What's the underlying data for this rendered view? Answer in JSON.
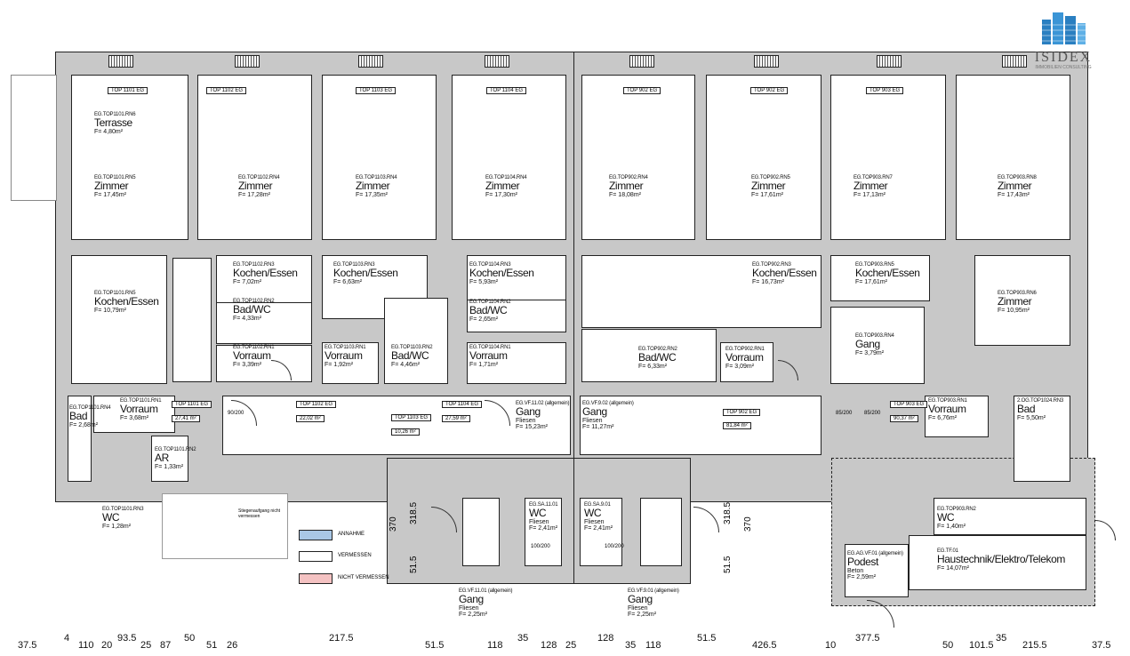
{
  "logo": {
    "brand": "ISIDEX",
    "tagline": "IMMOBILIEN CONSULTING",
    "color": "#2a7fc1"
  },
  "colors": {
    "wall": "#c8c8c8",
    "line": "#222222",
    "legend_blue": "#a9c7e6",
    "legend_pink": "#f4c2c2"
  },
  "tags": [
    "TOP 1101 EG",
    "TOP 1102 EG",
    "TOP 1103 EG",
    "TOP 1104 EG",
    "TOP 902 EG",
    "TOP 902 EG",
    "TOP 903 EG",
    "TOP 1101 EG",
    "TOP 1102 EG",
    "TOP 1103 EG",
    "TOP 1104 EG",
    "TOP 902 EG",
    "TOP 903 EG"
  ],
  "tag_values": [
    "27,41 m²",
    "22,02 m²",
    "10,26 m²",
    "27,59 m²",
    "81,84 m²",
    "90,37 m²"
  ],
  "rooms": [
    {
      "code": "EG.TOP1101.RN6",
      "name": "Terrasse",
      "area": "F= 4,80m²"
    },
    {
      "code": "EG.TOP1101.RN5",
      "name": "Zimmer",
      "area": "F= 17,45m²"
    },
    {
      "code": "EG.TOP1102.RN4",
      "name": "Zimmer",
      "area": "F= 17,28m²"
    },
    {
      "code": "EG.TOP1103.RN4",
      "name": "Zimmer",
      "area": "F= 17,35m²"
    },
    {
      "code": "EG.TOP1104.RN4",
      "name": "Zimmer",
      "area": "F= 17,30m²"
    },
    {
      "code": "EG.TOP902.RN4",
      "name": "Zimmer",
      "area": "F= 18,08m²"
    },
    {
      "code": "EG.TOP902.RN5",
      "name": "Zimmer",
      "area": "F= 17,61m²"
    },
    {
      "code": "EG.TOP903.RN7",
      "name": "Zimmer",
      "area": "F= 17,13m²"
    },
    {
      "code": "EG.TOP903.RN8",
      "name": "Zimmer",
      "area": "F= 17,43m²"
    },
    {
      "code": "EG.TOP1101.RN5",
      "name": "Kochen/Essen",
      "area": "F= 10,79m²"
    },
    {
      "code": "EG.TOP1102.RN3",
      "name": "Kochen/Essen",
      "area": "F= 7,02m²"
    },
    {
      "code": "EG.TOP1102.RN2",
      "name": "Bad/WC",
      "area": "F= 4,33m²"
    },
    {
      "code": "EG.TOP1102.RN1",
      "name": "Vorraum",
      "area": "F= 3,39m²"
    },
    {
      "code": "EG.TOP1103.RN3",
      "name": "Kochen/Essen",
      "area": "F= 6,63m²"
    },
    {
      "code": "EG.TOP1103.RN1",
      "name": "Vorraum",
      "area": "F= 1,92m²"
    },
    {
      "code": "EG.TOP1103.RN2",
      "name": "Bad/WC",
      "area": "F= 4,46m²"
    },
    {
      "code": "EG.TOP1104.RN3",
      "name": "Kochen/Essen",
      "area": "F= 5,93m²"
    },
    {
      "code": "EG.TOP1104.RN2",
      "name": "Bad/WC",
      "area": "F= 2,65m²"
    },
    {
      "code": "EG.TOP1104.RN1",
      "name": "Vorraum",
      "area": "F= 1,71m²"
    },
    {
      "code": "EG.TOP902.RN3",
      "name": "Kochen/Essen",
      "area": "F= 16,73m²"
    },
    {
      "code": "EG.TOP902.RN2",
      "name": "Bad/WC",
      "area": "F= 6,33m²"
    },
    {
      "code": "EG.TOP902.RN1",
      "name": "Vorraum",
      "area": "F= 3,09m²"
    },
    {
      "code": "EG.TOP903.RN5",
      "name": "Kochen/Essen",
      "area": "F= 17,61m²"
    },
    {
      "code": "EG.TOP903.RN6",
      "name": "Zimmer",
      "area": "F= 10,95m²"
    },
    {
      "code": "EG.TOP903.RN4",
      "name": "Gang",
      "area": "F= 3,79m²"
    },
    {
      "code": "EG.TOP1101.RN4",
      "name": "Bad",
      "area": "F= 2,68m²"
    },
    {
      "code": "EG.TOP1101.RN1",
      "name": "Vorraum",
      "area": "F= 3,68m²"
    },
    {
      "code": "EG.TOP1101.RN2",
      "name": "AR",
      "area": "F= 1,33m²"
    },
    {
      "code": "EG.TOP1101.RN3",
      "name": "WC",
      "area": "F= 1,28m²"
    },
    {
      "code": "EG.VF.11.02 (allgemein)",
      "name": "Gang",
      "mat": "Fliesen",
      "area": "F= 15,23m²"
    },
    {
      "code": "EG.VF.9.02 (allgemein)",
      "name": "Gang",
      "mat": "Fliesen",
      "area": "F= 11,27m²"
    },
    {
      "code": "EG.SA.11.01",
      "name": "WC",
      "mat": "Fliesen",
      "area": "F= 2,41m²"
    },
    {
      "code": "EG.SA.9.01",
      "name": "WC",
      "mat": "Fliesen",
      "area": "F= 2,41m²"
    },
    {
      "code": "EG.VF.11.01 (allgemein)",
      "name": "Gang",
      "mat": "Fliesen",
      "area": "F= 2,25m²"
    },
    {
      "code": "EG.VF.9.01 (allgemein)",
      "name": "Gang",
      "mat": "Fliesen",
      "area": "F= 2,25m²"
    },
    {
      "code": "EG.TOP903.RN1",
      "name": "Vorraum",
      "area": "F= 6,76m²"
    },
    {
      "code": "2.OG.TOP1024.RN3",
      "name": "Bad",
      "area": "F= 5,50m²"
    },
    {
      "code": "EG.TOP903.RN2",
      "name": "WC",
      "area": "F= 1,40m²"
    },
    {
      "code": "EG.TF.01",
      "name": "Haustechnik/Elektro/Telekom",
      "area": "F= 14,07m²"
    },
    {
      "code": "EG.AG.VF.01 (allgemein)",
      "name": "Podest",
      "mat": "Beton",
      "area": "F= 2,59m²"
    }
  ],
  "legend": [
    {
      "label": "ANNAHME",
      "color": "#a9c7e6"
    },
    {
      "label": "VERMESSEN",
      "color": "#ffffff"
    },
    {
      "label": "NICHT VERMESSEN",
      "color": "#f4c2c2"
    }
  ],
  "dims_vertical": [
    "370",
    "318.5",
    "51.5",
    "51.5",
    "318.5",
    "370"
  ],
  "dims_bottom": [
    "37.5",
    "4",
    "110",
    "20",
    "93.5",
    "25",
    "87",
    "50",
    "51",
    "26",
    "217.5",
    "51.5",
    "118",
    "35",
    "128",
    "25",
    "128",
    "35",
    "118",
    "51.5",
    "426.5",
    "10",
    "377.5",
    "50",
    "101.5",
    "35",
    "215.5",
    "37.5"
  ],
  "door_tags": [
    "90/200",
    "100/200",
    "100/200",
    "85/200",
    "85/200"
  ],
  "note": "Stiegenaufgang nicht vermessen"
}
